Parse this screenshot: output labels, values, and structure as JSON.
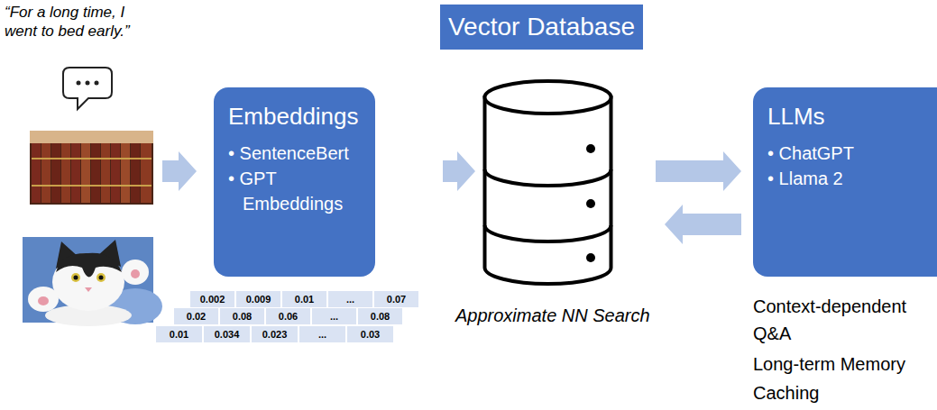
{
  "diagram": {
    "nodes": [
      {
        "text": [
          "Embeddings",
          "• SentenceBert",
          "• GPT Embeddings"
        ]
      },
      {
        "text": [
          "Vector Database"
        ]
      },
      {
        "text": [
          "LLMs",
          "• ChatGPT",
          "• Llama 2"
        ]
      }
    ],
    "edges": [
      {
        "from": 0,
        "to": 1,
        "arrow": "to"
      },
      {
        "from": 1,
        "to": 2,
        "arrow": "to"
      },
      {
        "from": 2,
        "to": 1,
        "arrow": "to"
      }
    ],
    "labels": [
      "“For a long time, I went to bed early.”",
      "0.002",
      "0.009",
      "0.01",
      "...",
      "0.07",
      "0.02",
      "0.08",
      "0.06",
      "...",
      "0.08",
      "0.01",
      "0.034",
      "0.023",
      "...",
      "0.03",
      "Approximate NN Search",
      "Context-dependent Q&A",
      "Long-term Memory",
      "Caching"
    ]
  }
}
